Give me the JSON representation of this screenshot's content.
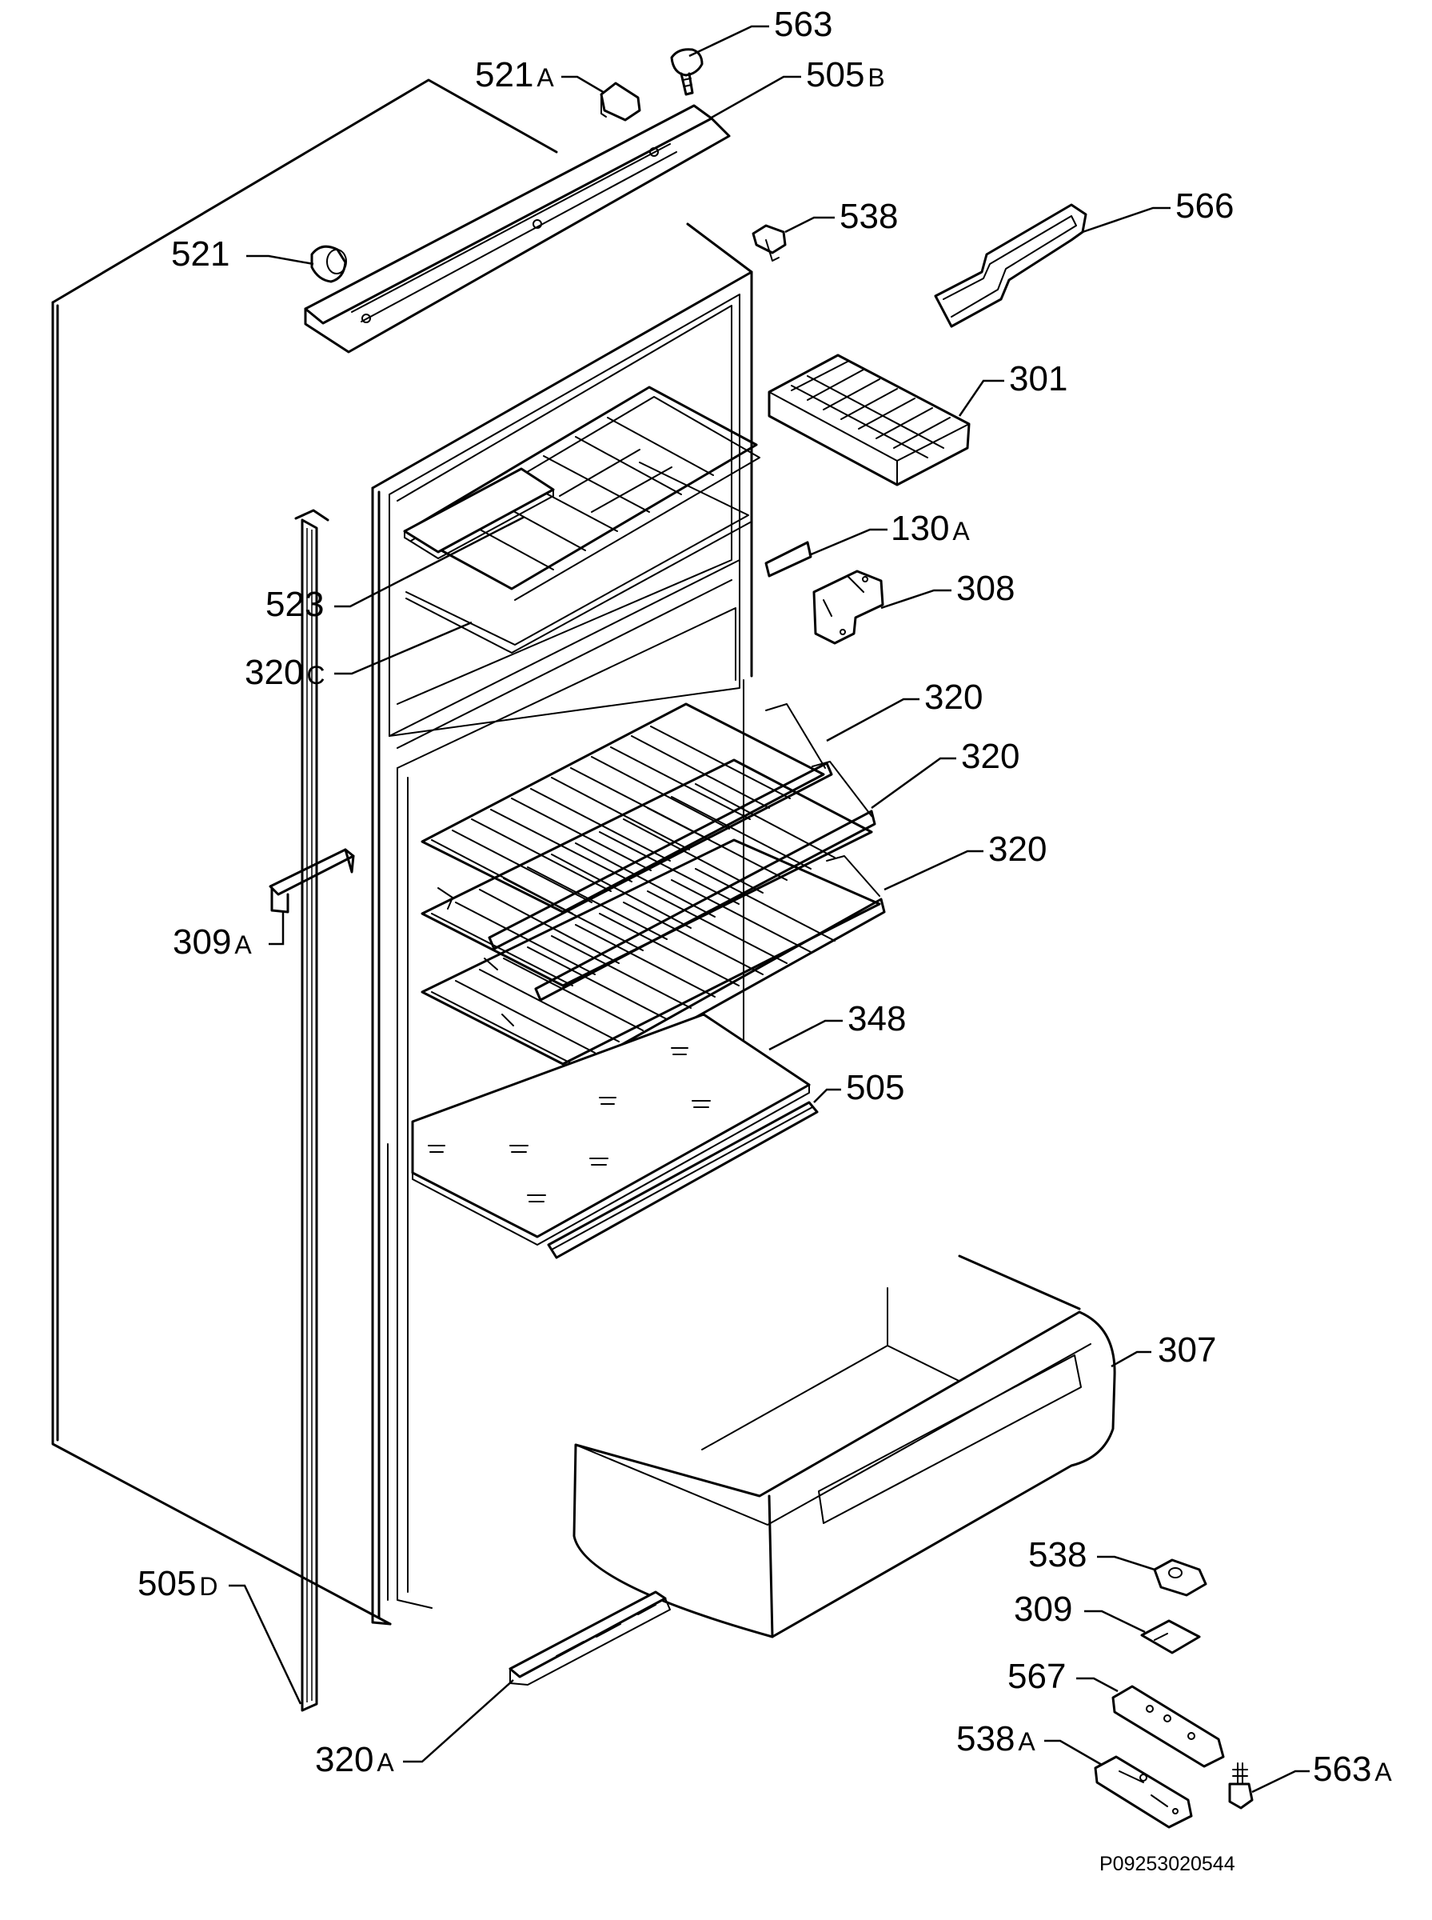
{
  "document_code": "P09253020544",
  "parts": [
    {
      "id": "p563",
      "num": "563",
      "suffix": ""
    },
    {
      "id": "p521a",
      "num": "521",
      "suffix": "A"
    },
    {
      "id": "p505b",
      "num": "505",
      "suffix": "B"
    },
    {
      "id": "p538t",
      "num": "538",
      "suffix": ""
    },
    {
      "id": "p566",
      "num": "566",
      "suffix": ""
    },
    {
      "id": "p521",
      "num": "521",
      "suffix": ""
    },
    {
      "id": "p301",
      "num": "301",
      "suffix": ""
    },
    {
      "id": "p130a",
      "num": "130",
      "suffix": "A"
    },
    {
      "id": "p308",
      "num": "308",
      "suffix": ""
    },
    {
      "id": "p523",
      "num": "523",
      "suffix": ""
    },
    {
      "id": "p320c",
      "num": "320",
      "suffix": "C"
    },
    {
      "id": "p320a1",
      "num": "320",
      "suffix": ""
    },
    {
      "id": "p320a2",
      "num": "320",
      "suffix": ""
    },
    {
      "id": "p320a3",
      "num": "320",
      "suffix": ""
    },
    {
      "id": "p309a",
      "num": "309",
      "suffix": "A"
    },
    {
      "id": "p348",
      "num": "348",
      "suffix": ""
    },
    {
      "id": "p505",
      "num": "505",
      "suffix": ""
    },
    {
      "id": "p307",
      "num": "307",
      "suffix": ""
    },
    {
      "id": "p538b",
      "num": "538",
      "suffix": ""
    },
    {
      "id": "p309",
      "num": "309",
      "suffix": ""
    },
    {
      "id": "p505d",
      "num": "505",
      "suffix": "D"
    },
    {
      "id": "p567",
      "num": "567",
      "suffix": ""
    },
    {
      "id": "p538a",
      "num": "538",
      "suffix": "A"
    },
    {
      "id": "p563a",
      "num": "563",
      "suffix": "A"
    },
    {
      "id": "p320a",
      "num": "320",
      "suffix": "A"
    }
  ]
}
